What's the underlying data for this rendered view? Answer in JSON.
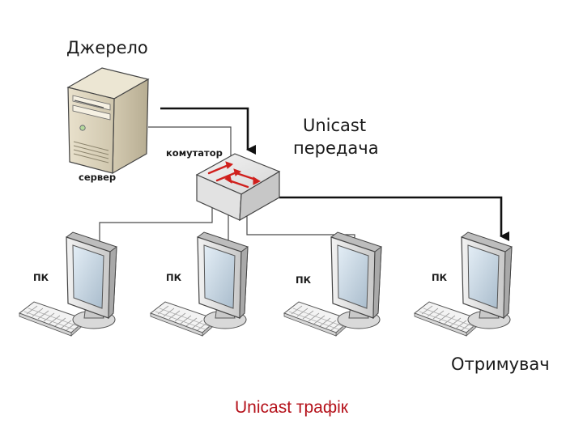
{
  "labels": {
    "source": "Джерело",
    "server": "сервер",
    "switch": "комутатор",
    "mode_line1": "Unicast",
    "mode_line2": "передача",
    "receiver": "Отримувач"
  },
  "pcs": [
    {
      "label": "ПК"
    },
    {
      "label": "ПК"
    },
    {
      "label": "ПК"
    },
    {
      "label": "ПК"
    }
  ],
  "caption": "Unicast трафік",
  "colors": {
    "caption": "#b5121b",
    "switch_arrows": "#d0201d",
    "lines": "#4a4a4a",
    "flow": "#111111"
  },
  "icons": {
    "source": "server-icon",
    "switch": "switch-icon",
    "pc": "desktop-pc-icon"
  }
}
